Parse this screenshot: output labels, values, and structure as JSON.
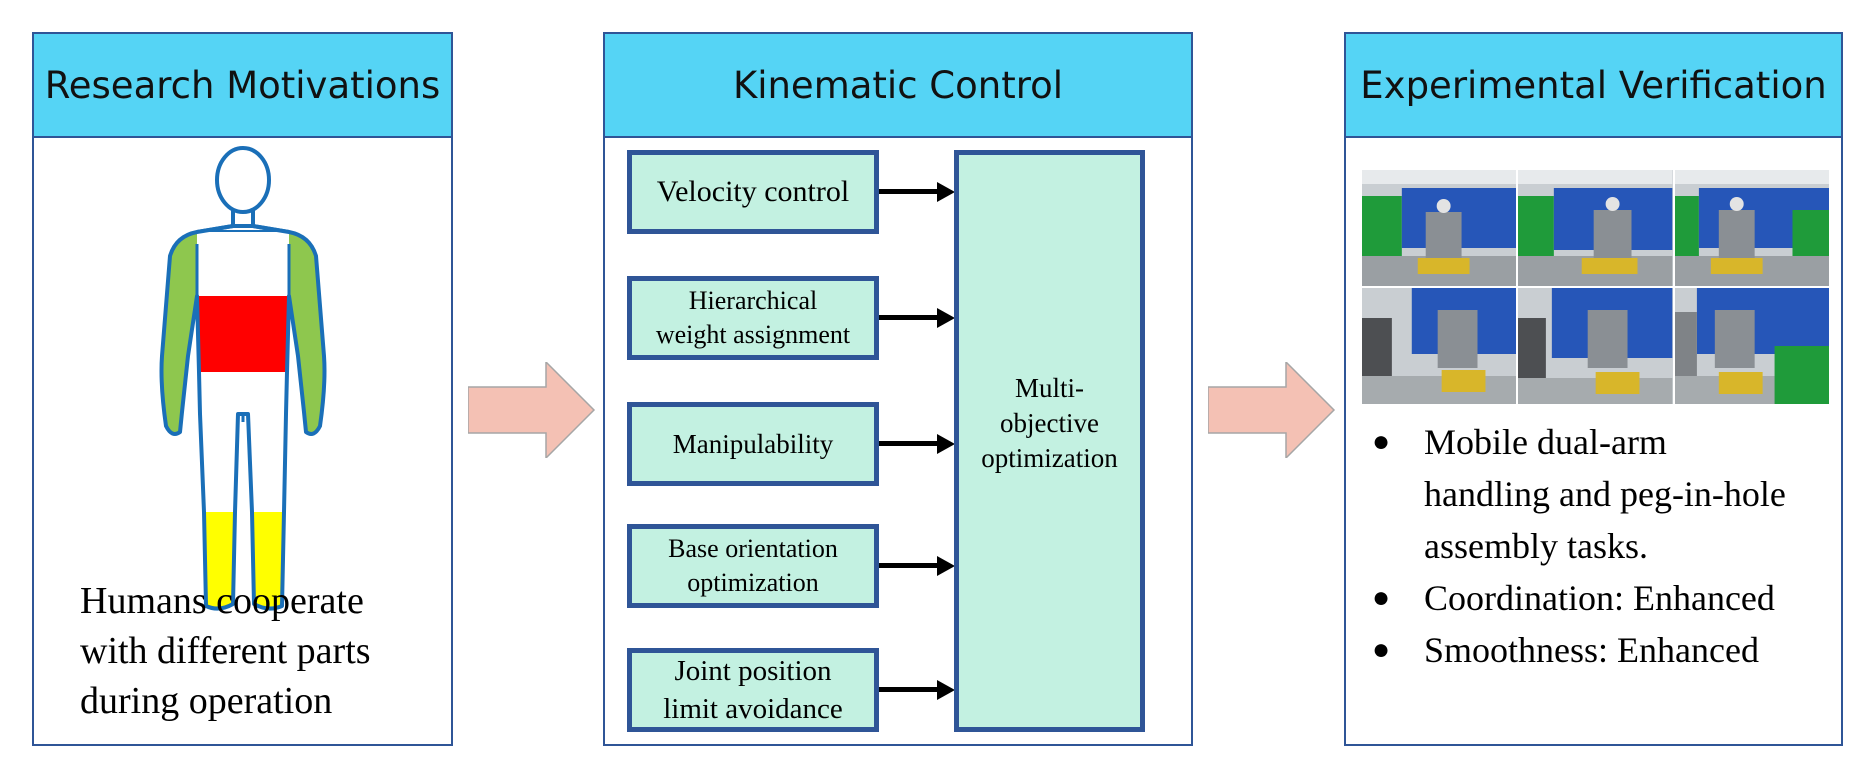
{
  "panels": {
    "motivation": {
      "title": "Research Motivations",
      "caption": [
        "Humans cooperate",
        "with different parts",
        "during operation"
      ]
    },
    "control": {
      "title": "Kinematic Control",
      "inputs": [
        [
          "Velocity control"
        ],
        [
          "Hierarchical",
          "weight assignment"
        ],
        [
          "Manipulability"
        ],
        [
          "Base orientation",
          "optimization"
        ],
        [
          "Joint position",
          "limit avoidance"
        ]
      ],
      "target": [
        "Multi-",
        "objective",
        "optimization"
      ]
    },
    "verification": {
      "title": "Experimental Verification",
      "bullets": [
        [
          "Mobile dual-arm",
          "handling and peg-in-hole",
          "assembly tasks."
        ],
        [
          "Coordination: Enhanced"
        ],
        [
          "Smoothness: Enhanced"
        ]
      ]
    }
  },
  "colors": {
    "header_fill": "#55d4f5",
    "border": "#2f5597",
    "box_fill": "#c3f1e1",
    "flow_arrow": "#f4c1b4",
    "arms": "#8ec74e",
    "torso": "#ff0000",
    "lower_legs": "#ffff00",
    "body_outline": "#1a6fb8"
  },
  "icons": {
    "figure": "human-body-icon",
    "flow": "block-arrow-right-icon",
    "bullet": "filled-circle-bullet-icon"
  }
}
